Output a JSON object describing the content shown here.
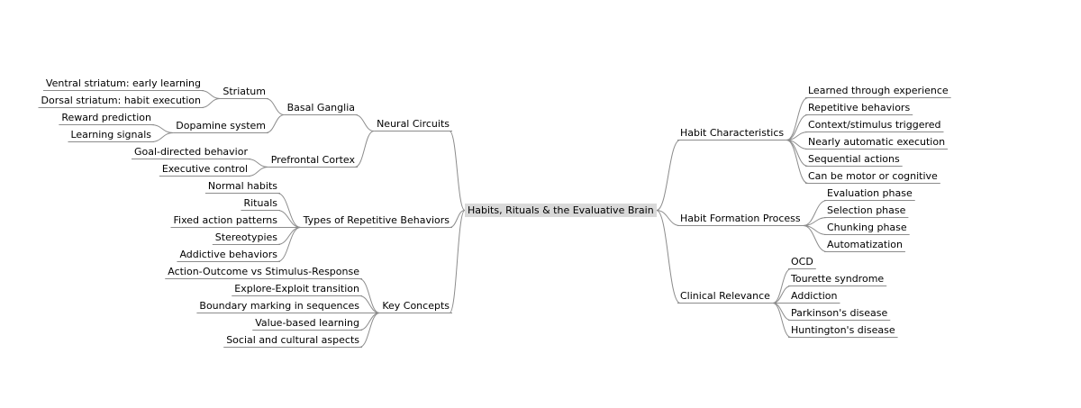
{
  "root": "Habits, Rituals & the Evaluative Brain",
  "branches": {
    "neural_circuits": {
      "label": "Neural Circuits",
      "basal_ganglia": {
        "label": "Basal Ganglia",
        "striatum": {
          "label": "Striatum",
          "children": [
            "Ventral striatum: early learning",
            "Dorsal striatum: habit execution"
          ]
        },
        "dopamine": {
          "label": "Dopamine system",
          "children": [
            "Reward prediction",
            "Learning signals"
          ]
        }
      },
      "prefrontal": {
        "label": "Prefrontal Cortex",
        "children": [
          "Goal-directed behavior",
          "Executive control"
        ]
      }
    },
    "repetitive": {
      "label": "Types of Repetitive Behaviors",
      "children": [
        "Normal habits",
        "Rituals",
        "Fixed action patterns",
        "Stereotypies",
        "Addictive behaviors"
      ]
    },
    "key_concepts": {
      "label": "Key Concepts",
      "children": [
        "Action-Outcome vs Stimulus-Response",
        "Explore-Exploit transition",
        "Boundary marking in sequences",
        "Value-based learning",
        "Social and cultural aspects"
      ]
    },
    "characteristics": {
      "label": "Habit Characteristics",
      "children": [
        "Learned through experience",
        "Repetitive behaviors",
        "Context/stimulus triggered",
        "Nearly automatic execution",
        "Sequential actions",
        "Can be motor or cognitive"
      ]
    },
    "formation": {
      "label": "Habit Formation Process",
      "children": [
        "Evaluation phase",
        "Selection phase",
        "Chunking phase",
        "Automatization"
      ]
    },
    "clinical": {
      "label": "Clinical Relevance",
      "children": [
        "OCD",
        "Tourette syndrome",
        "Addiction",
        "Parkinson's disease",
        "Huntington's disease"
      ]
    }
  },
  "colors": {
    "line": "#8c8c8c",
    "root_bg": "#d9d9d9",
    "text": "#000000"
  }
}
